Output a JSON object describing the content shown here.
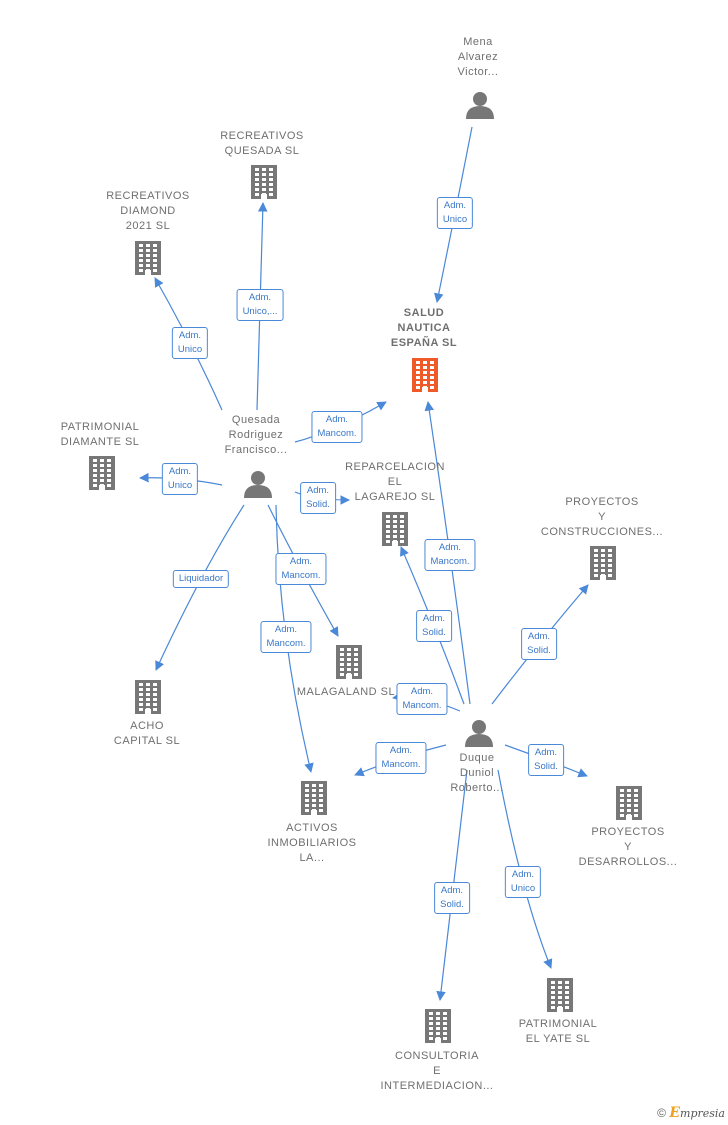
{
  "nodes": [
    {
      "id": "mena",
      "type": "person",
      "lines": [
        "Mena",
        "Alvarez",
        "Victor..."
      ],
      "color": "#777777"
    },
    {
      "id": "recreativos_quesada",
      "type": "company",
      "lines": [
        "RECREATIVOS",
        "QUESADA SL"
      ],
      "color": "#777777"
    },
    {
      "id": "recreativos_diamond",
      "type": "company",
      "lines": [
        "RECREATIVOS",
        "DIAMOND",
        "2021  SL"
      ],
      "color": "#777777"
    },
    {
      "id": "salud",
      "type": "company",
      "lines": [
        "SALUD",
        "NAUTICA",
        "ESPAÑA  SL"
      ],
      "color": "#f05a28",
      "main": true
    },
    {
      "id": "patrimonial_diamante",
      "type": "company",
      "lines": [
        "PATRIMONIAL",
        "DIAMANTE  SL"
      ],
      "color": "#777777"
    },
    {
      "id": "quesada",
      "type": "person",
      "lines": [
        "Quesada",
        "Rodriguez",
        "Francisco..."
      ],
      "color": "#777777"
    },
    {
      "id": "reparcelacion",
      "type": "company",
      "lines": [
        "REPARCELACION",
        "EL",
        "LAGAREJO  SL"
      ],
      "color": "#777777"
    },
    {
      "id": "proyectos_construcciones",
      "type": "company",
      "lines": [
        "PROYECTOS",
        "Y",
        "CONSTRUCCIONES..."
      ],
      "color": "#777777"
    },
    {
      "id": "acho",
      "type": "company",
      "lines": [
        "ACHO",
        "CAPITAL  SL"
      ],
      "color": "#777777"
    },
    {
      "id": "malagaland",
      "type": "company",
      "lines": [
        "MALAGALAND SL"
      ],
      "color": "#777777"
    },
    {
      "id": "duque",
      "type": "person",
      "lines": [
        "Duque",
        "Duniol",
        "Roberto..."
      ],
      "color": "#777777"
    },
    {
      "id": "activos",
      "type": "company",
      "lines": [
        "ACTIVOS",
        "INMOBILIARIOS",
        "LA..."
      ],
      "color": "#777777"
    },
    {
      "id": "proyectos_desarrollos",
      "type": "company",
      "lines": [
        "PROYECTOS",
        "Y",
        "DESARROLLOS..."
      ],
      "color": "#777777"
    },
    {
      "id": "consultoria",
      "type": "company",
      "lines": [
        "CONSULTORIA",
        "E",
        "INTERMEDIACION..."
      ],
      "color": "#777777"
    },
    {
      "id": "patrimonial_yate",
      "type": "company",
      "lines": [
        "PATRIMONIAL",
        "EL YATE  SL"
      ],
      "color": "#777777"
    }
  ],
  "edges": [
    {
      "from": "mena",
      "to": "salud",
      "label": [
        "Adm.",
        "Unico"
      ]
    },
    {
      "from": "quesada",
      "to": "recreativos_quesada",
      "label": [
        "Adm.",
        "Unico,..."
      ]
    },
    {
      "from": "quesada",
      "to": "recreativos_diamond",
      "label": [
        "Adm.",
        "Unico"
      ]
    },
    {
      "from": "quesada",
      "to": "salud",
      "label": [
        "Adm.",
        "Mancom."
      ]
    },
    {
      "from": "quesada",
      "to": "patrimonial_diamante",
      "label": [
        "Adm.",
        "Unico"
      ]
    },
    {
      "from": "quesada",
      "to": "reparcelacion",
      "label": [
        "Adm.",
        "Solid."
      ]
    },
    {
      "from": "quesada",
      "to": "acho",
      "label": [
        "Liquidador"
      ]
    },
    {
      "from": "quesada",
      "to": "malagaland",
      "label": [
        "Adm.",
        "Mancom."
      ]
    },
    {
      "from": "quesada",
      "to": "activos",
      "label": [
        "Adm.",
        "Mancom."
      ]
    },
    {
      "from": "duque",
      "to": "salud",
      "label": [
        "Adm.",
        "Mancom."
      ]
    },
    {
      "from": "duque",
      "to": "reparcelacion",
      "label": [
        "Adm.",
        "Solid."
      ]
    },
    {
      "from": "duque",
      "to": "proyectos_construcciones",
      "label": [
        "Adm.",
        "Solid."
      ]
    },
    {
      "from": "duque",
      "to": "malagaland",
      "label": [
        "Adm.",
        "Mancom."
      ]
    },
    {
      "from": "duque",
      "to": "activos",
      "label": [
        "Adm.",
        "Mancom."
      ]
    },
    {
      "from": "duque",
      "to": "proyectos_desarrollos",
      "label": [
        "Adm.",
        "Solid."
      ]
    },
    {
      "from": "duque",
      "to": "consultoria",
      "label": [
        "Adm.",
        "Solid."
      ]
    },
    {
      "from": "duque",
      "to": "patrimonial_yate",
      "label": [
        "Adm.",
        "Unico"
      ]
    }
  ],
  "footer": {
    "copyright": "©",
    "brand_initial": "E",
    "brand_rest": "mpresia"
  },
  "colors": {
    "edge": "#4a88d8",
    "company": "#777777",
    "main_company": "#f05a28",
    "person": "#777777"
  }
}
